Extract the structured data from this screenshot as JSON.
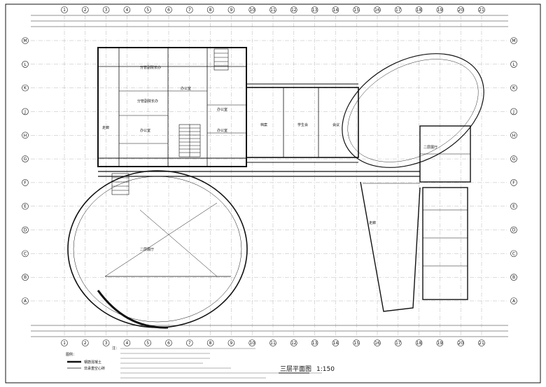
{
  "drawing": {
    "title": "三层平面图",
    "scale": "1:150",
    "legend_heading": "图例：",
    "legend_items": [
      {
        "label": "钢筋混凝土"
      },
      {
        "label": "非承重空心砖"
      }
    ],
    "notes_heading": "注：",
    "grid_columns": [
      "1",
      "2",
      "3",
      "4",
      "5",
      "6",
      "7",
      "8",
      "9",
      "10",
      "11",
      "12",
      "13",
      "14",
      "15",
      "16",
      "17",
      "18",
      "19",
      "20",
      "21"
    ],
    "grid_rows_left": [
      "M",
      "L",
      "K",
      "J",
      "H",
      "G",
      "F",
      "E",
      "D",
      "C",
      "B",
      "A"
    ],
    "rooms": [
      {
        "id": "room-office-1",
        "label": "分管副院长办"
      },
      {
        "id": "room-office-2",
        "label": "分管副院长办"
      },
      {
        "id": "room-office-3",
        "label": "办公室"
      },
      {
        "id": "room-office-4",
        "label": "办公室"
      },
      {
        "id": "room-office-5",
        "label": "办公室"
      },
      {
        "id": "room-office-6",
        "label": "办公室"
      },
      {
        "id": "room-archive",
        "label": "档案"
      },
      {
        "id": "room-student",
        "label": "学生会"
      },
      {
        "id": "room-meeting",
        "label": "会议"
      },
      {
        "id": "room-exhibit",
        "label": "二层展厅"
      },
      {
        "id": "room-hall",
        "label": "二层展厅"
      },
      {
        "id": "room-corridor",
        "label": "走廊"
      },
      {
        "id": "room-gallery",
        "label": "走廊"
      }
    ]
  }
}
